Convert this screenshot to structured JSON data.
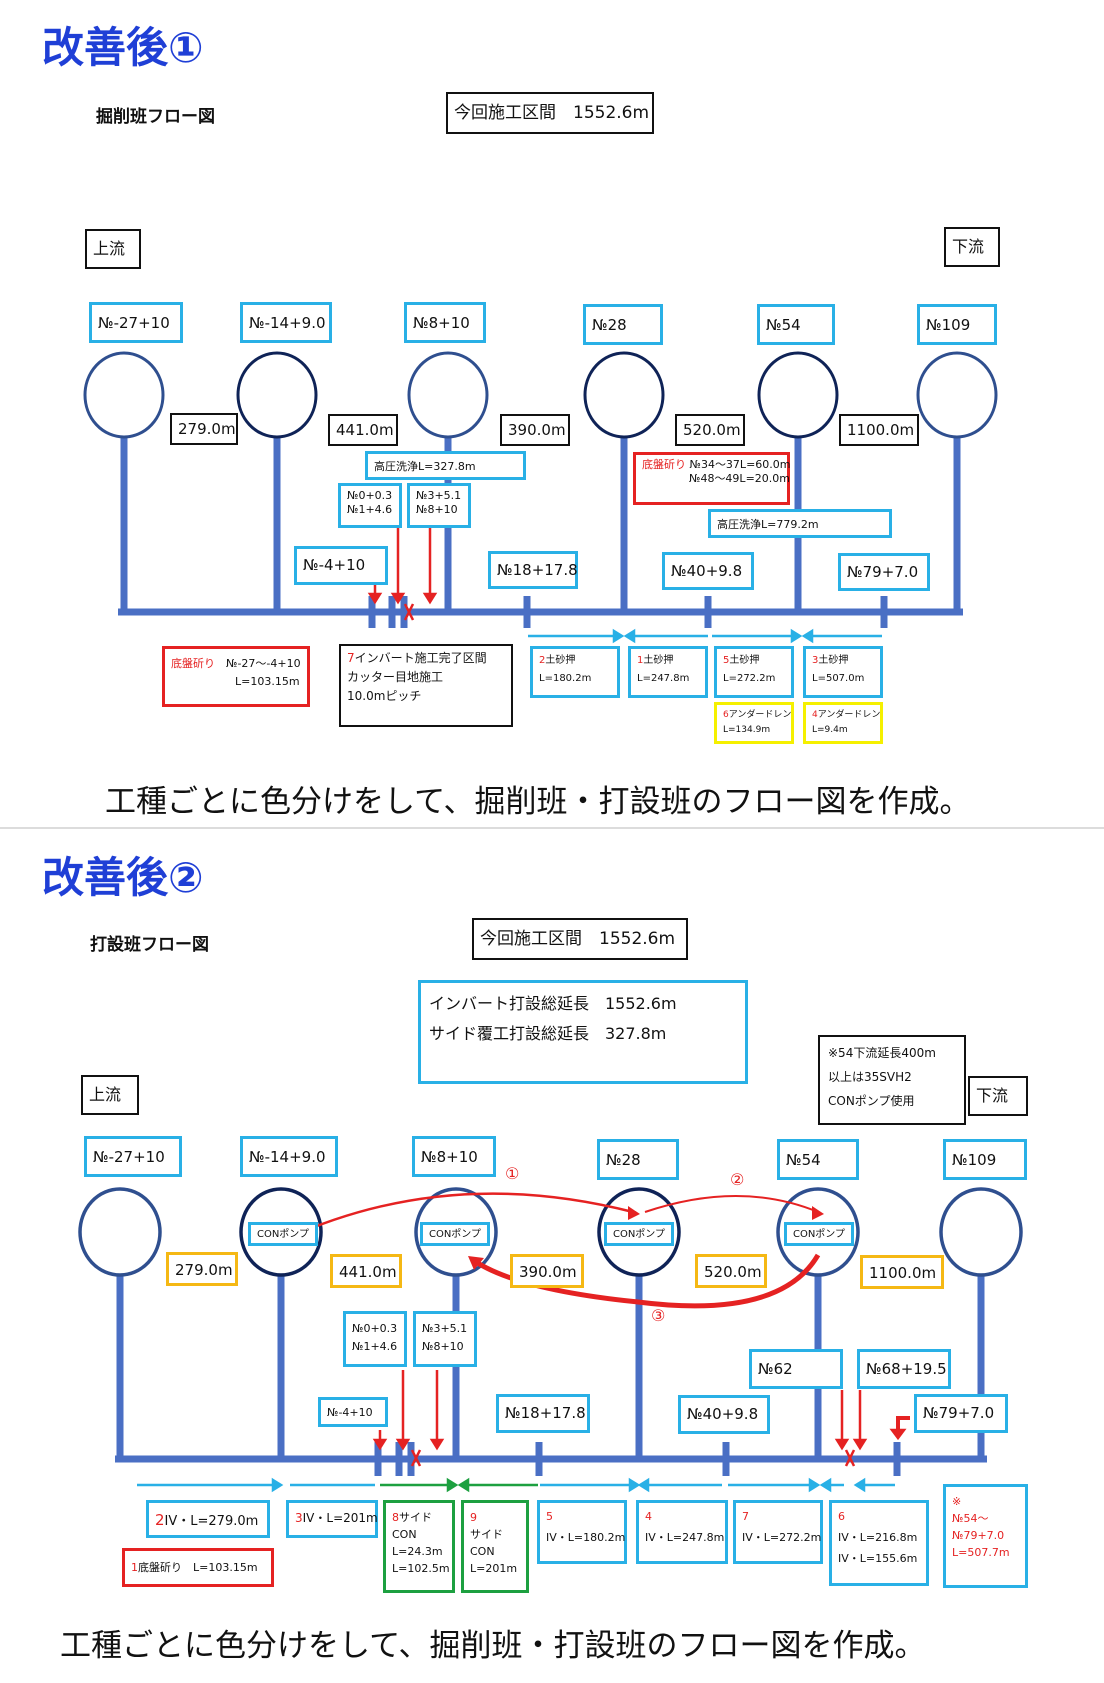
{
  "part1": {
    "heading": "改善後①",
    "flow_title": "掘削班フロー図",
    "section_label": "今回施工区間　1552.6m",
    "upstream": "上流",
    "downstream": "下流",
    "stations": [
      "№-27+10",
      "№-14+9.0",
      "№8+10",
      "№28",
      "№54",
      "№109"
    ],
    "distances": [
      "279.0m",
      "441.0m",
      "390.0m",
      "520.0m",
      "1100.0m"
    ],
    "wash1": "高圧洗浄L=327.8m",
    "wash2": "高圧洗浄L=779.2m",
    "sub_a": [
      "№0+0.3",
      "№1+4.6"
    ],
    "sub_b": [
      "№3+5.1",
      "№8+10"
    ],
    "base_red": {
      "title": "底盤斫り",
      "line1": "№34～37L=60.0m",
      "line2": "№48～49L=20.0m"
    },
    "midpoints": [
      "№-4+10",
      "№18+17.8",
      "№40+9.8",
      "№79+7.0"
    ],
    "base_left": {
      "title": "底盤斫り",
      "range": "№-27～-4+10",
      "length": "L=103.15m"
    },
    "invert_note": {
      "num": "7",
      "line1": "インバート施工完了区間",
      "line2": "カッター目地施工",
      "line3": "10.0mピッチ"
    },
    "soil_boxes": [
      {
        "num": "2",
        "title": "土砂押",
        "length": "L=180.2m"
      },
      {
        "num": "1",
        "title": "土砂押",
        "length": "L=247.8m"
      },
      {
        "num": "5",
        "title": "土砂押",
        "length": "L=272.2m"
      },
      {
        "num": "3",
        "title": "土砂押",
        "length": "L=507.0m"
      }
    ],
    "drain_boxes": [
      {
        "num": "6",
        "title": "アンダードレン",
        "length": "L=134.9m"
      },
      {
        "num": "4",
        "title": "アンダードレン",
        "length": "L=9.4m"
      }
    ],
    "caption": "工種ごとに色分けをして、掘削班・打設班のフロー図を作成。"
  },
  "part2": {
    "heading": "改善後②",
    "flow_title": "打設班フロー図",
    "section_label": "今回施工区間　1552.6m",
    "totals": {
      "line1": "インバート打設総延長　1552.6m",
      "line2": "サイド覆工打設総延長　327.8m"
    },
    "note": {
      "line1": "※54下流延長400m",
      "line2": "以上は35SVH2",
      "line3": "CONポンプ使用"
    },
    "upstream": "上流",
    "downstream": "下流",
    "stations": [
      "№-27+10",
      "№-14+9.0",
      "№8+10",
      "№28",
      "№54",
      "№109"
    ],
    "pump_label": "CONポンプ",
    "routes": [
      "①",
      "②",
      "③"
    ],
    "distances": [
      "279.0m",
      "441.0m",
      "390.0m",
      "520.0m",
      "1100.0m"
    ],
    "sub_a": [
      "№0+0.3",
      "№1+4.6"
    ],
    "sub_b": [
      "№3+5.1",
      "№8+10"
    ],
    "n62": "№62",
    "n68": "№68+19.5",
    "midpoints": [
      "№-4+10",
      "№18+17.8",
      "№40+9.8",
      "№79+7.0"
    ],
    "b2": {
      "num": "2",
      "text": "IV・L=279.0m"
    },
    "b3": {
      "num": "3",
      "text": "IV・L=201m"
    },
    "b8": {
      "num": "8",
      "title": "サイド",
      "l2": "CON",
      "l3": "L=24.3m",
      "l4": "L=102.5m"
    },
    "b9": {
      "num": "9",
      "title": "サイド",
      "l2": "CON",
      "l3": "L=201m"
    },
    "b5": {
      "num": "5",
      "text": "IV・L=180.2m"
    },
    "b4": {
      "num": "4",
      "text": "IV・L=247.8m"
    },
    "b7": {
      "num": "7",
      "text": "IV・L=272.2m"
    },
    "b6": {
      "num": "6",
      "l1": "IV・L=216.8m",
      "l2": "IV・L=155.6m"
    },
    "bx": {
      "mark": "※",
      "l1": "№54～",
      "l2": "№79+7.0",
      "l3": "L=507.7m"
    },
    "b1": {
      "num": "1",
      "text": "底盤斫り　L=103.15m"
    },
    "caption": "工種ごとに色分けをして、掘削班・打設班のフロー図を作成。"
  },
  "colors": {
    "pipe": "#4a6fc4",
    "cyan": "#29b0e6",
    "red": "#e52222",
    "heading": "#1f3fd6",
    "yellow": "#f5f000",
    "green": "#1da040",
    "orange": "#f5b814"
  }
}
